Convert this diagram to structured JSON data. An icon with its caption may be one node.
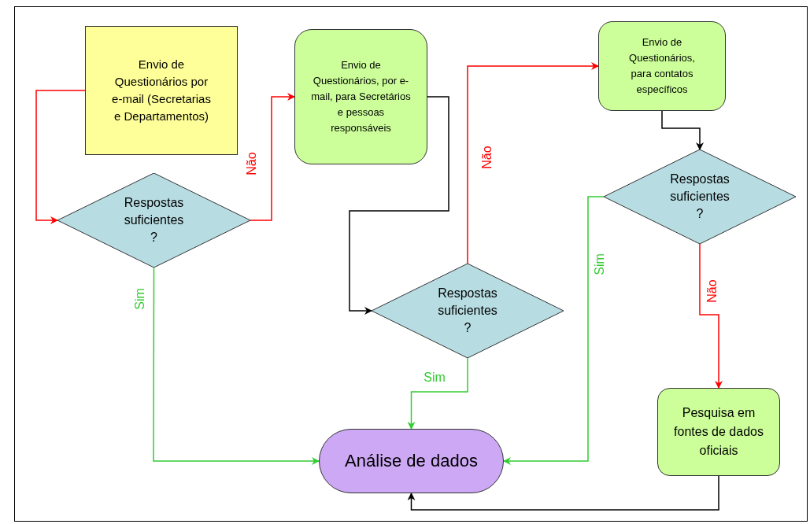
{
  "diagram": {
    "nodes": [
      {
        "text": [
          "Envio de Questionários por e-mail (Secretarias e Departamentos)"
        ]
      },
      {
        "text": [
          "Respostas suficientes ?"
        ]
      },
      {
        "text": [
          "Envio de Questionários, por e-mail, para Secretários e pessoas responsáveis"
        ]
      },
      {
        "text": [
          "Respostas suficientes ?"
        ]
      },
      {
        "text": [
          "Envio de Questionários, para contatos específicos"
        ]
      },
      {
        "text": [
          "Respostas suficientes ?"
        ]
      },
      {
        "text": [
          "Análise de dados"
        ]
      },
      {
        "text": [
          "Pesquisa em fontes de dados oficiais"
        ]
      }
    ],
    "edges": [
      {
        "from": 0,
        "to": 1,
        "arrow": "to",
        "color": "#ff0000"
      },
      {
        "from": 1,
        "to": 2,
        "arrow": "to",
        "label": "Não",
        "color": "#ff0000"
      },
      {
        "from": 1,
        "to": 6,
        "arrow": "to",
        "label": "Sim",
        "color": "#33cc33"
      },
      {
        "from": 2,
        "to": 3,
        "arrow": "to",
        "color": "#000000"
      },
      {
        "from": 3,
        "to": 4,
        "arrow": "to",
        "label": "Não",
        "color": "#ff0000"
      },
      {
        "from": 3,
        "to": 6,
        "arrow": "to",
        "label": "Sim",
        "color": "#33cc33"
      },
      {
        "from": 4,
        "to": 5,
        "arrow": "to",
        "color": "#000000"
      },
      {
        "from": 5,
        "to": 6,
        "arrow": "to",
        "label": "Sim",
        "color": "#33cc33"
      },
      {
        "from": 5,
        "to": 7,
        "arrow": "to",
        "label": "Não",
        "color": "#ff0000"
      },
      {
        "from": 7,
        "to": 6,
        "arrow": "to",
        "color": "#000000"
      }
    ]
  }
}
